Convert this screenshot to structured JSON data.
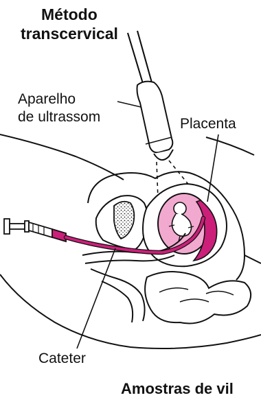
{
  "title": {
    "line1": "Método",
    "line2": "transcervical"
  },
  "labels": {
    "ultrasound_line1": "Aparelho",
    "ultrasound_line2": "de ultrassom",
    "placenta": "Placenta",
    "catheter": "Cateter"
  },
  "caption": "Amostras de vil",
  "colors": {
    "magenta": "#cc1f7a",
    "pink_fill": "#f2a9cf",
    "line": "#111111"
  }
}
